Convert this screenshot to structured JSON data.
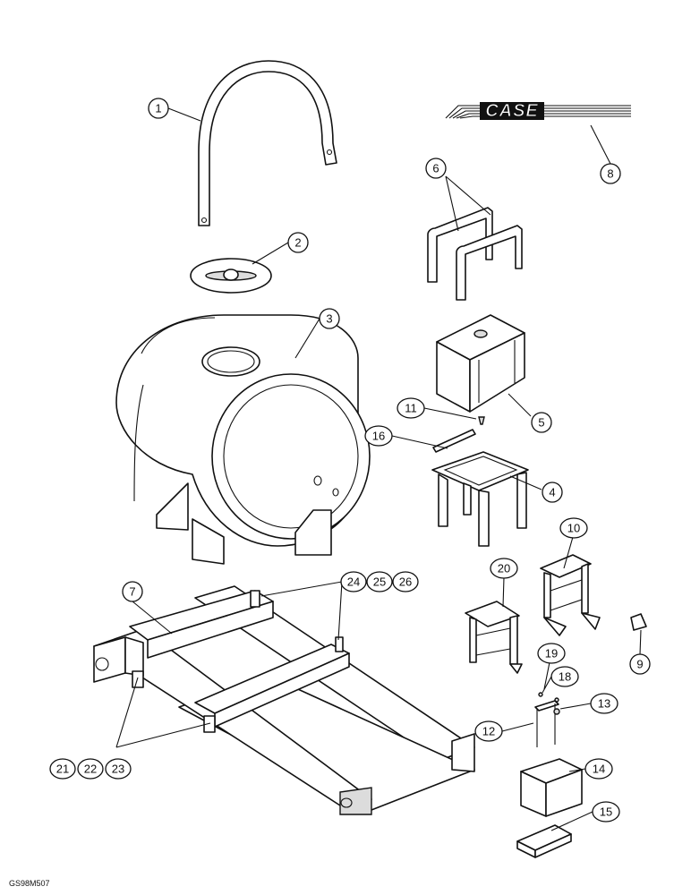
{
  "logo": {
    "brand": "CASE"
  },
  "callouts": [
    "1",
    "2",
    "3",
    "4",
    "5",
    "6",
    "7",
    "8",
    "9",
    "10",
    "11",
    "12",
    "13",
    "14",
    "15",
    "16",
    "18",
    "19",
    "20",
    "21",
    "22",
    "23",
    "24",
    "25",
    "26"
  ],
  "figure_code": "GS98M507",
  "colors": {
    "ink": "#111111",
    "paper": "#ffffff",
    "shade": "#dcdcdc"
  }
}
